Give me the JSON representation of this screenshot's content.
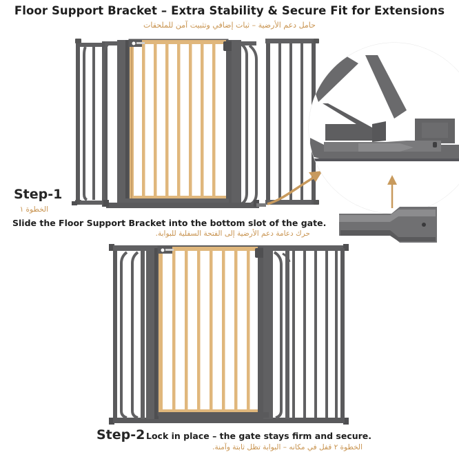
{
  "header": {
    "title": "Floor Support Bracket – Extra Stability & Secure Fit for Extensions",
    "title_ar": "حامل دعم الأرضية – ثبات إضافي وتثبيت آمن للملحقات"
  },
  "step1": {
    "label": "Step-1",
    "label_ar": "الخطوة ١",
    "instruction": "Slide the Floor Support Bracket into the bottom slot of the gate.",
    "instruction_ar": "حرك دعامة دعم الأرضية إلى الفتحة السفلية للبوابة."
  },
  "step2": {
    "label": "Step-2",
    "instruction": "Lock in place – the gate stays firm and secure.",
    "instruction_ar": "الخطوة ٢ قفل في مكانه – البوابة تظل ثابتة وآمنة."
  },
  "colors": {
    "frame": "#606062",
    "frame_dark": "#4f4f51",
    "wood": "#e0b77c",
    "accent_text": "#c8934f",
    "arrow": "#c89a5d"
  }
}
